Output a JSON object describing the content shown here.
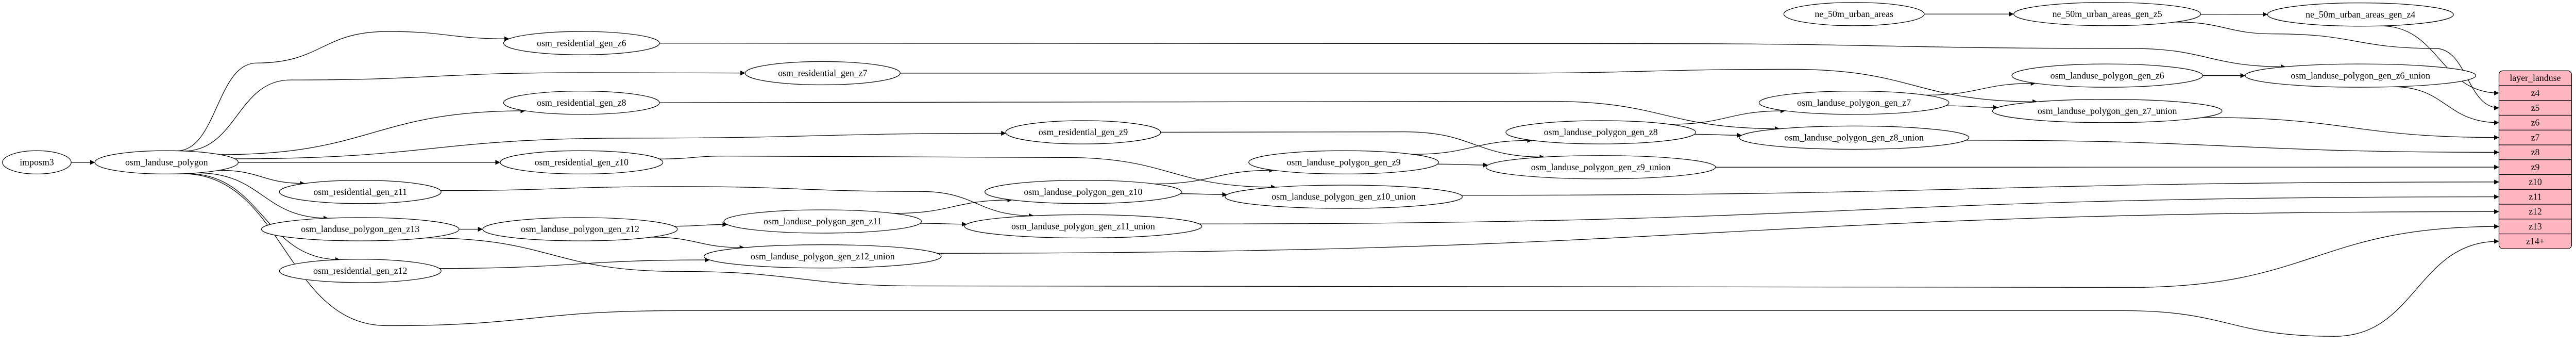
{
  "nodes": [
    {
      "id": "imposm3",
      "label": "imposm3"
    },
    {
      "id": "osm_landuse_polygon",
      "label": "osm_landuse_polygon"
    },
    {
      "id": "osm_residential_gen_z6",
      "label": "osm_residential_gen_z6"
    },
    {
      "id": "osm_residential_gen_z7",
      "label": "osm_residential_gen_z7"
    },
    {
      "id": "osm_residential_gen_z8",
      "label": "osm_residential_gen_z8"
    },
    {
      "id": "osm_residential_gen_z9",
      "label": "osm_residential_gen_z9"
    },
    {
      "id": "osm_residential_gen_z10",
      "label": "osm_residential_gen_z10"
    },
    {
      "id": "osm_residential_gen_z11",
      "label": "osm_residential_gen_z11"
    },
    {
      "id": "osm_residential_gen_z12",
      "label": "osm_residential_gen_z12"
    },
    {
      "id": "osm_landuse_polygon_gen_z13",
      "label": "osm_landuse_polygon_gen_z13"
    },
    {
      "id": "osm_landuse_polygon_gen_z12",
      "label": "osm_landuse_polygon_gen_z12"
    },
    {
      "id": "osm_landuse_polygon_gen_z11",
      "label": "osm_landuse_polygon_gen_z11"
    },
    {
      "id": "osm_landuse_polygon_gen_z12_union",
      "label": "osm_landuse_polygon_gen_z12_union"
    },
    {
      "id": "osm_landuse_polygon_gen_z10",
      "label": "osm_landuse_polygon_gen_z10"
    },
    {
      "id": "osm_landuse_polygon_gen_z11_union",
      "label": "osm_landuse_polygon_gen_z11_union"
    },
    {
      "id": "osm_landuse_polygon_gen_z9",
      "label": "osm_landuse_polygon_gen_z9"
    },
    {
      "id": "osm_landuse_polygon_gen_z10_union",
      "label": "osm_landuse_polygon_gen_z10_union"
    },
    {
      "id": "osm_landuse_polygon_gen_z8",
      "label": "osm_landuse_polygon_gen_z8"
    },
    {
      "id": "osm_landuse_polygon_gen_z9_union",
      "label": "osm_landuse_polygon_gen_z9_union"
    },
    {
      "id": "osm_landuse_polygon_gen_z7",
      "label": "osm_landuse_polygon_gen_z7"
    },
    {
      "id": "osm_landuse_polygon_gen_z8_union",
      "label": "osm_landuse_polygon_gen_z8_union"
    },
    {
      "id": "ne_50m_urban_areas",
      "label": "ne_50m_urban_areas"
    },
    {
      "id": "osm_landuse_polygon_gen_z6",
      "label": "osm_landuse_polygon_gen_z6"
    },
    {
      "id": "osm_landuse_polygon_gen_z7_union",
      "label": "osm_landuse_polygon_gen_z7_union"
    },
    {
      "id": "ne_50m_urban_areas_gen_z5",
      "label": "ne_50m_urban_areas_gen_z5"
    },
    {
      "id": "ne_50m_urban_areas_gen_z4",
      "label": "ne_50m_urban_areas_gen_z4"
    },
    {
      "id": "osm_landuse_polygon_gen_z6_union",
      "label": "osm_landuse_polygon_gen_z6_union"
    }
  ],
  "layer": {
    "id": "layer_landuse",
    "title": "layer_landuse",
    "fields": [
      "z4",
      "z5",
      "z6",
      "z7",
      "z8",
      "z9",
      "z10",
      "z11",
      "z12",
      "z13",
      "z14+"
    ],
    "fill": "#ffb6c1"
  },
  "edges": [
    {
      "from": "imposm3",
      "to": "osm_landuse_polygon"
    },
    {
      "from": "osm_landuse_polygon",
      "to": "osm_residential_gen_z6"
    },
    {
      "from": "osm_landuse_polygon",
      "to": "osm_residential_gen_z7"
    },
    {
      "from": "osm_landuse_polygon",
      "to": "osm_residential_gen_z8"
    },
    {
      "from": "osm_landuse_polygon",
      "to": "osm_residential_gen_z9"
    },
    {
      "from": "osm_landuse_polygon",
      "to": "osm_residential_gen_z10"
    },
    {
      "from": "osm_landuse_polygon",
      "to": "osm_residential_gen_z11"
    },
    {
      "from": "osm_landuse_polygon",
      "to": "osm_landuse_polygon_gen_z13"
    },
    {
      "from": "osm_landuse_polygon",
      "to": "osm_residential_gen_z12"
    },
    {
      "from": "osm_landuse_polygon",
      "to": "layer_landuse:z14+"
    },
    {
      "from": "osm_residential_gen_z6",
      "to": "osm_landuse_polygon_gen_z6_union"
    },
    {
      "from": "osm_residential_gen_z7",
      "to": "osm_landuse_polygon_gen_z7_union"
    },
    {
      "from": "osm_residential_gen_z8",
      "to": "osm_landuse_polygon_gen_z8_union"
    },
    {
      "from": "osm_residential_gen_z9",
      "to": "osm_landuse_polygon_gen_z9_union"
    },
    {
      "from": "osm_residential_gen_z10",
      "to": "osm_landuse_polygon_gen_z10_union"
    },
    {
      "from": "osm_residential_gen_z11",
      "to": "osm_landuse_polygon_gen_z11_union"
    },
    {
      "from": "osm_residential_gen_z12",
      "to": "osm_landuse_polygon_gen_z12_union"
    },
    {
      "from": "osm_landuse_polygon_gen_z13",
      "to": "osm_landuse_polygon_gen_z12"
    },
    {
      "from": "osm_landuse_polygon_gen_z13",
      "to": "layer_landuse:z13"
    },
    {
      "from": "osm_landuse_polygon_gen_z12",
      "to": "osm_landuse_polygon_gen_z11"
    },
    {
      "from": "osm_landuse_polygon_gen_z12",
      "to": "osm_landuse_polygon_gen_z12_union"
    },
    {
      "from": "osm_landuse_polygon_gen_z11",
      "to": "osm_landuse_polygon_gen_z10"
    },
    {
      "from": "osm_landuse_polygon_gen_z11",
      "to": "osm_landuse_polygon_gen_z11_union"
    },
    {
      "from": "osm_landuse_polygon_gen_z10",
      "to": "osm_landuse_polygon_gen_z9"
    },
    {
      "from": "osm_landuse_polygon_gen_z10",
      "to": "osm_landuse_polygon_gen_z10_union"
    },
    {
      "from": "osm_landuse_polygon_gen_z9",
      "to": "osm_landuse_polygon_gen_z8"
    },
    {
      "from": "osm_landuse_polygon_gen_z9",
      "to": "osm_landuse_polygon_gen_z9_union"
    },
    {
      "from": "osm_landuse_polygon_gen_z8",
      "to": "osm_landuse_polygon_gen_z7"
    },
    {
      "from": "osm_landuse_polygon_gen_z8",
      "to": "osm_landuse_polygon_gen_z8_union"
    },
    {
      "from": "osm_landuse_polygon_gen_z7",
      "to": "osm_landuse_polygon_gen_z6"
    },
    {
      "from": "osm_landuse_polygon_gen_z7",
      "to": "osm_landuse_polygon_gen_z7_union"
    },
    {
      "from": "osm_landuse_polygon_gen_z6",
      "to": "osm_landuse_polygon_gen_z6_union"
    },
    {
      "from": "ne_50m_urban_areas",
      "to": "ne_50m_urban_areas_gen_z5"
    },
    {
      "from": "ne_50m_urban_areas_gen_z5",
      "to": "ne_50m_urban_areas_gen_z4"
    },
    {
      "from": "ne_50m_urban_areas_gen_z5",
      "to": "layer_landuse:z5"
    },
    {
      "from": "ne_50m_urban_areas_gen_z4",
      "to": "layer_landuse:z4"
    },
    {
      "from": "osm_landuse_polygon_gen_z6_union",
      "to": "layer_landuse:z6"
    },
    {
      "from": "osm_landuse_polygon_gen_z7_union",
      "to": "layer_landuse:z7"
    },
    {
      "from": "osm_landuse_polygon_gen_z8_union",
      "to": "layer_landuse:z8"
    },
    {
      "from": "osm_landuse_polygon_gen_z9_union",
      "to": "layer_landuse:z9"
    },
    {
      "from": "osm_landuse_polygon_gen_z10_union",
      "to": "layer_landuse:z10"
    },
    {
      "from": "osm_landuse_polygon_gen_z11_union",
      "to": "layer_landuse:z11"
    },
    {
      "from": "osm_landuse_polygon_gen_z12_union",
      "to": "layer_landuse:z12"
    }
  ]
}
